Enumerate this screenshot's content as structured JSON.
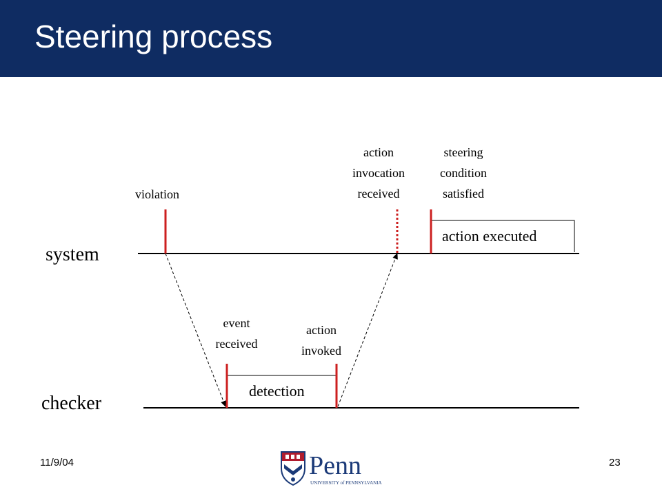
{
  "slide": {
    "title": "Steering process",
    "date": "11/9/04",
    "page_number": "23"
  },
  "lanes": {
    "system": "system",
    "checker": "checker"
  },
  "events": {
    "violation": "violation",
    "action_invocation_received": [
      "action",
      "invocation",
      "received"
    ],
    "steering_condition_satisfied": [
      "steering",
      "condition",
      "satisfied"
    ],
    "event_received": [
      "event",
      "received"
    ],
    "action_invoked": [
      "action",
      "invoked"
    ]
  },
  "boxes": {
    "action_executed": "action executed",
    "detection": "detection"
  },
  "logo": {
    "name": "Penn",
    "subtitle": "UNIVERSITY of PENNSYLVANIA"
  },
  "colors": {
    "title_bar": "#0f2c62",
    "marker": "#cc1f1f",
    "lines": "#000000",
    "logo_blue": "#1b3a78"
  }
}
